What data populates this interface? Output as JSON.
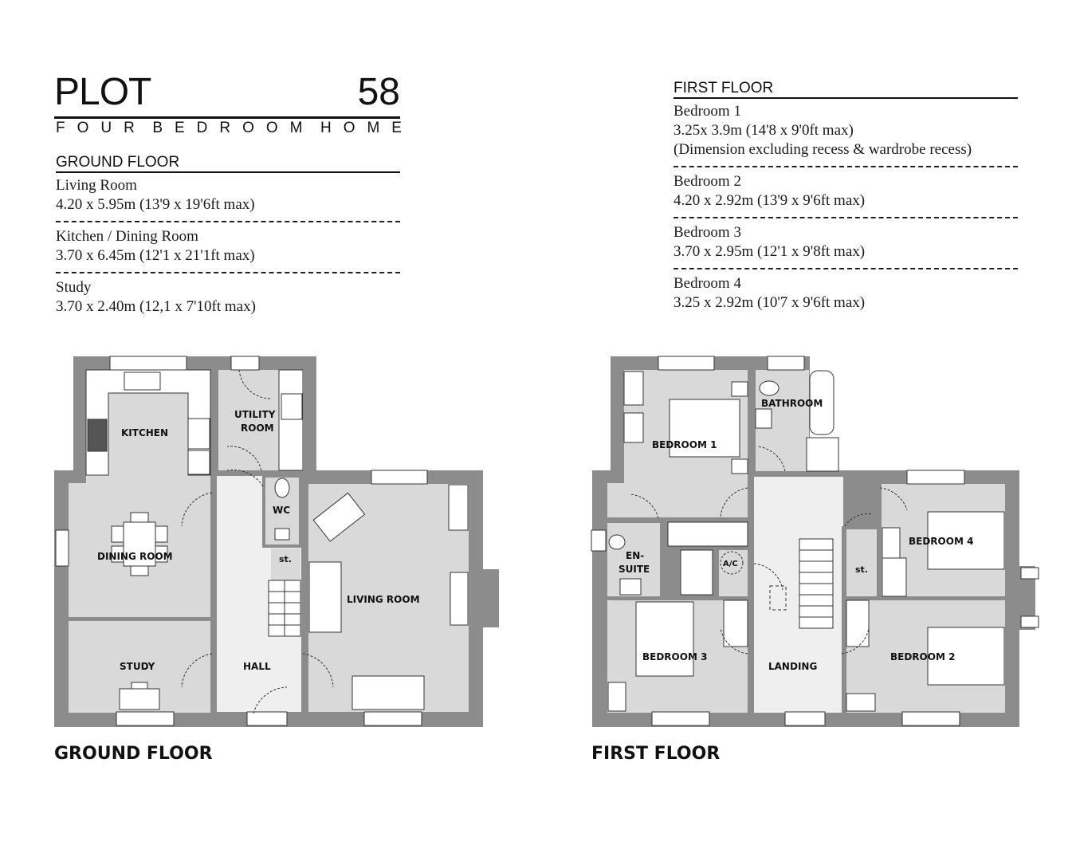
{
  "header": {
    "plot_label": "PLOT",
    "plot_number": "58",
    "subtitle_words": [
      "FOUR",
      "BEDROOM",
      "HOME"
    ]
  },
  "ground_floor_specs": {
    "heading": "GROUND FLOOR",
    "rooms": [
      {
        "name": "Living Room",
        "dimensions": "4.20 x 5.95m (13'9 x 19'6ft max)"
      },
      {
        "name": "Kitchen / Dining Room",
        "dimensions": "3.70 x 6.45m (12'1 x 21'1ft max)"
      },
      {
        "name": "Study",
        "dimensions": "3.70 x 2.40m (12,1 x 7'10ft max)"
      }
    ]
  },
  "first_floor_specs": {
    "heading": "FIRST FLOOR",
    "rooms": [
      {
        "name": "Bedroom 1",
        "dimensions": "3.25x 3.9m (14'8 x 9'0ft max)",
        "note": "(Dimension excluding recess & wardrobe recess)"
      },
      {
        "name": "Bedroom 2",
        "dimensions": "4.20 x 2.92m (13'9 x 9'6ft max)"
      },
      {
        "name": "Bedroom 3",
        "dimensions": "3.70  x 2.95m (12'1 x 9'8ft max)"
      },
      {
        "name": "Bedroom 4",
        "dimensions": "3.25 x 2.92m (10'7 x 9'6ft max)"
      }
    ]
  },
  "ground_floor_plan": {
    "caption": "GROUND FLOOR",
    "room_labels": {
      "kitchen": "KITCHEN",
      "utility_1": "UTILITY",
      "utility_2": "ROOM",
      "wc": "WC",
      "store": "st.",
      "dining": "DINING ROOM",
      "living": "LIVING ROOM",
      "study": "STUDY",
      "hall": "HALL"
    }
  },
  "first_floor_plan": {
    "caption": "FIRST FLOOR",
    "room_labels": {
      "bedroom1": "BEDROOM 1",
      "bathroom": "BATHROOM",
      "ensuite_1": "EN-",
      "ensuite_2": "SUITE",
      "airing_cupboard": "A/C",
      "store": "st.",
      "bedroom4": "BEDROOM 4",
      "bedroom3": "BEDROOM 3",
      "landing": "LANDING",
      "bedroom2": "BEDROOM 2"
    }
  },
  "colors": {
    "wall": "#8c8c8c",
    "room_floor": "#d9d9d9",
    "hall_floor": "#efefef",
    "furniture": "#ffffff",
    "ink": "#111111"
  }
}
